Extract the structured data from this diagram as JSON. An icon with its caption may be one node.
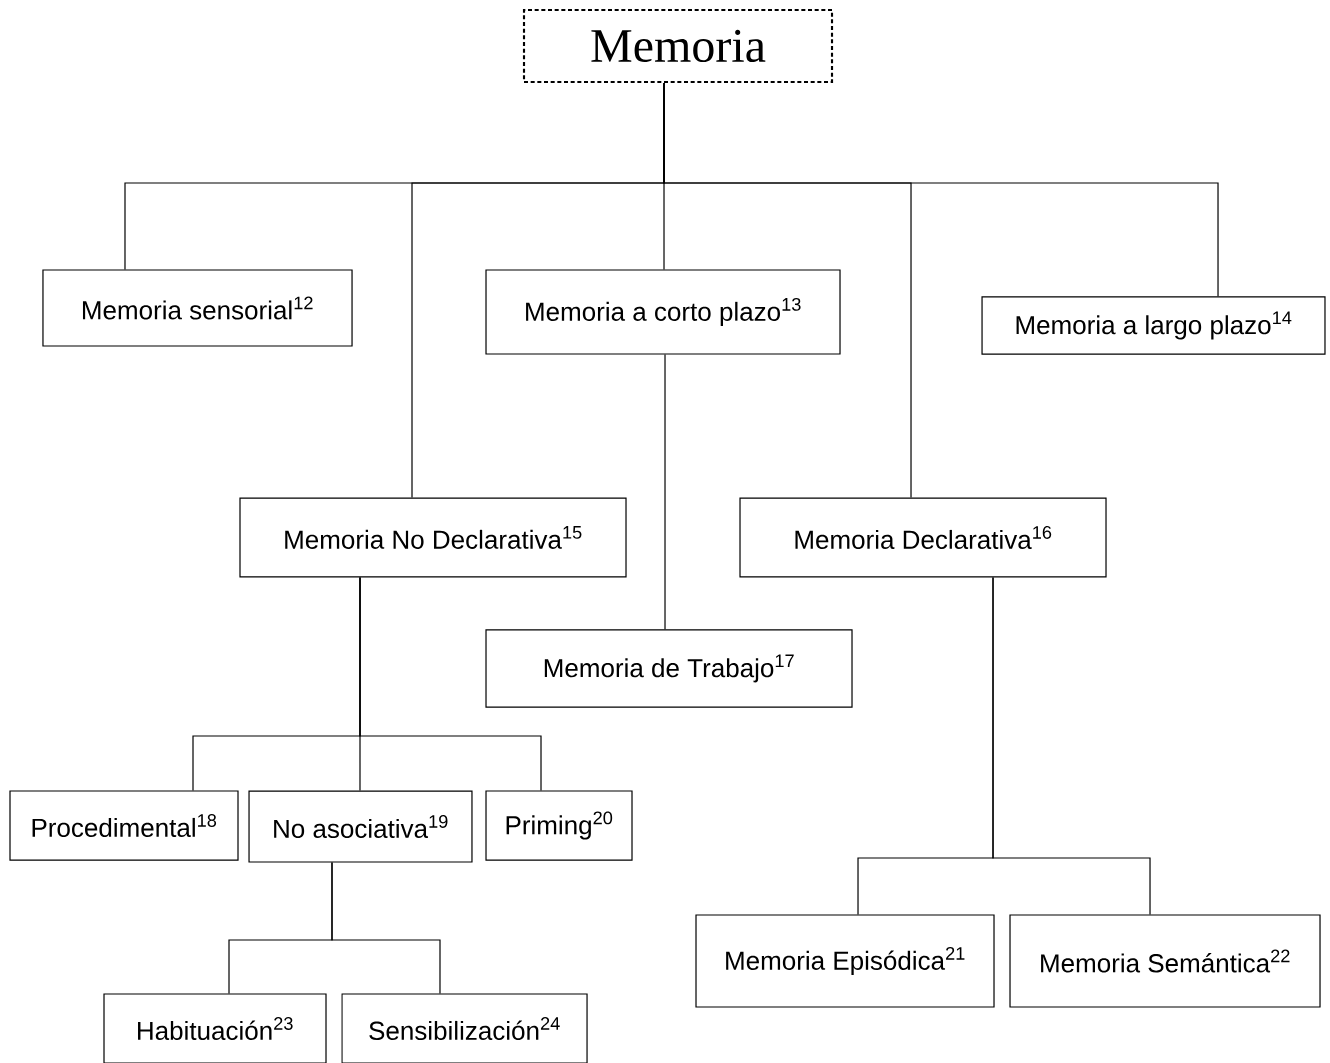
{
  "diagram": {
    "nodes": [
      {
        "text": [
          "Memoria"
        ]
      },
      {
        "text": [
          "Memoria sensorial$^{12}$"
        ]
      },
      {
        "text": [
          "Memoria a corto plazo$^{13}$"
        ]
      },
      {
        "text": [
          "Memoria a largo plazo$^{14}$"
        ]
      },
      {
        "text": [
          "Memoria No Declarativa$^{15}$"
        ]
      },
      {
        "text": [
          "Memoria Declarativa$^{16}$"
        ]
      },
      {
        "text": [
          "Memoria de Trabajo$^{17}$"
        ]
      },
      {
        "text": [
          "Procedimental$^{18}$"
        ]
      },
      {
        "text": [
          "No asociativa$^{19}$"
        ]
      },
      {
        "text": [
          "Priming$^{20}$"
        ]
      },
      {
        "text": [
          "Memoria Episódica$^{21}$"
        ]
      },
      {
        "text": [
          "Memoria Semántica$^{22}$"
        ]
      },
      {
        "text": [
          "Habituación$^{23}$"
        ]
      },
      {
        "text": [
          "Sensibilización$^{24}$"
        ]
      }
    ],
    "edges": [
      {
        "from": 0,
        "to": 1,
        "arrow": "none"
      },
      {
        "from": 0,
        "to": 4,
        "arrow": "none"
      },
      {
        "from": 0,
        "to": 2,
        "arrow": "none"
      },
      {
        "from": 0,
        "to": 5,
        "arrow": "none"
      },
      {
        "from": 0,
        "to": 3,
        "arrow": "none"
      },
      {
        "from": 2,
        "to": 6,
        "arrow": "none"
      },
      {
        "from": 4,
        "to": 7,
        "arrow": "none"
      },
      {
        "from": 4,
        "to": 8,
        "arrow": "none"
      },
      {
        "from": 4,
        "to": 9,
        "arrow": "none"
      },
      {
        "from": 8,
        "to": 12,
        "arrow": "none"
      },
      {
        "from": 8,
        "to": 13,
        "arrow": "none"
      },
      {
        "from": 5,
        "to": 10,
        "arrow": "none"
      },
      {
        "from": 5,
        "to": 11,
        "arrow": "none"
      }
    ]
  }
}
